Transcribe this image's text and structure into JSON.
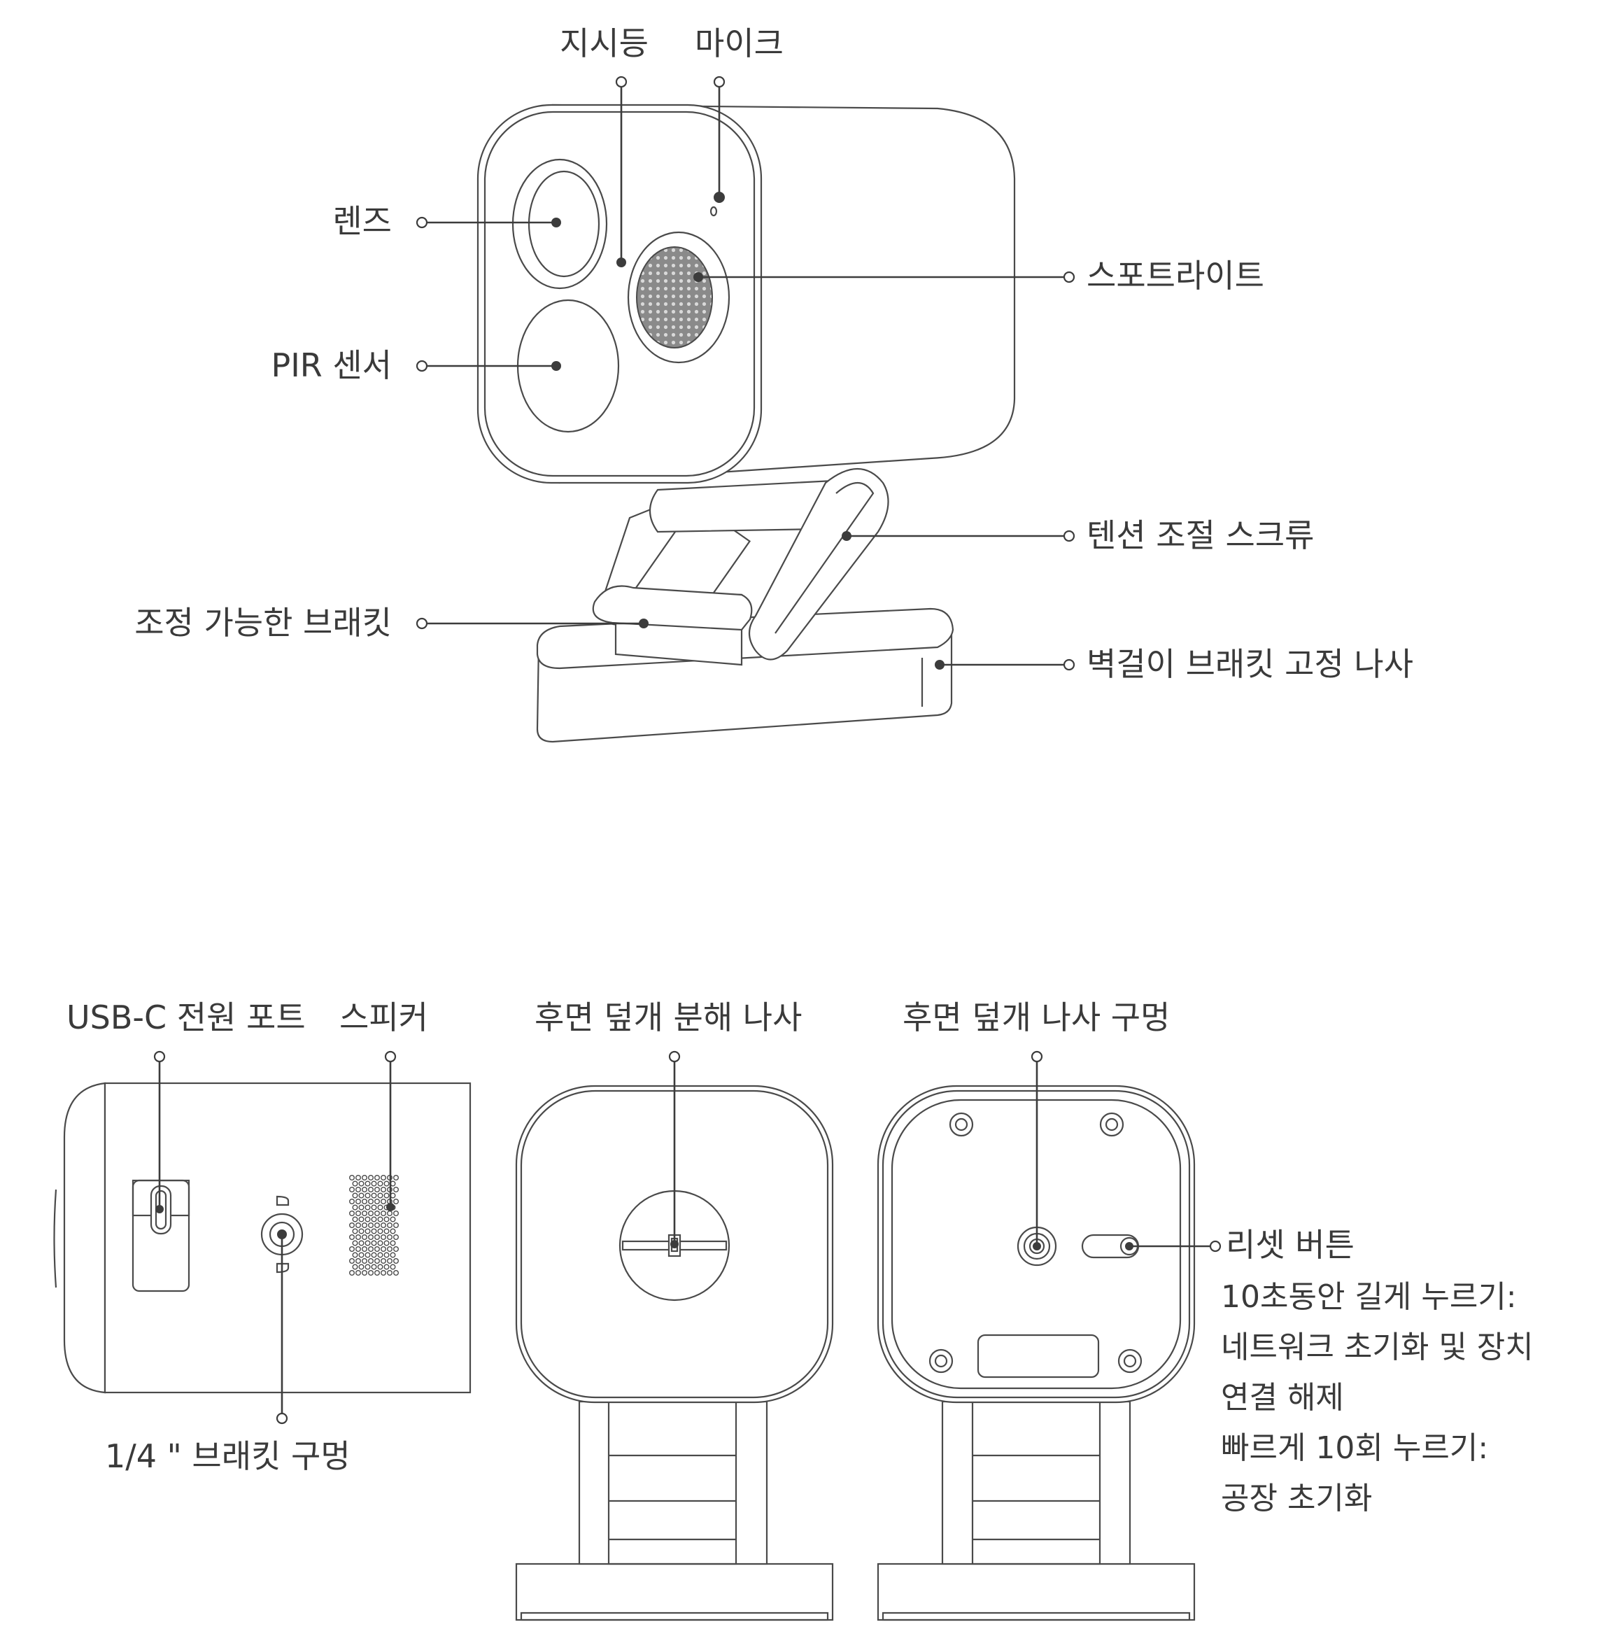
{
  "labels": {
    "indicator_light": "지시등",
    "microphone": "마이크",
    "lens": "렌즈",
    "spotlight": "스포트라이트",
    "pir_sensor": "PIR 센서",
    "tension_screw": "텐션 조절 스크류",
    "adjustable_bracket": "조정 가능한 브래킷",
    "wall_mount_screw": "벽걸이 브래킷 고정 나사",
    "usb_c_port": "USB-C 전원 포트",
    "speaker": "스피커",
    "bracket_hole": "1/4 \" 브래킷 구멍",
    "cover_removal_screw": "후면 덮개 분해 나사",
    "cover_screw_hole": "후면 덮개 나사 구멍",
    "reset_button": "리셋 버튼",
    "reset_line1": "10초동안 길게 누르기:",
    "reset_line2": "네트워크 초기화 및 장치",
    "reset_line3": "연결 해제",
    "reset_line4": "빠르게 10회 누르기:",
    "reset_line5": "공장 초기화"
  }
}
